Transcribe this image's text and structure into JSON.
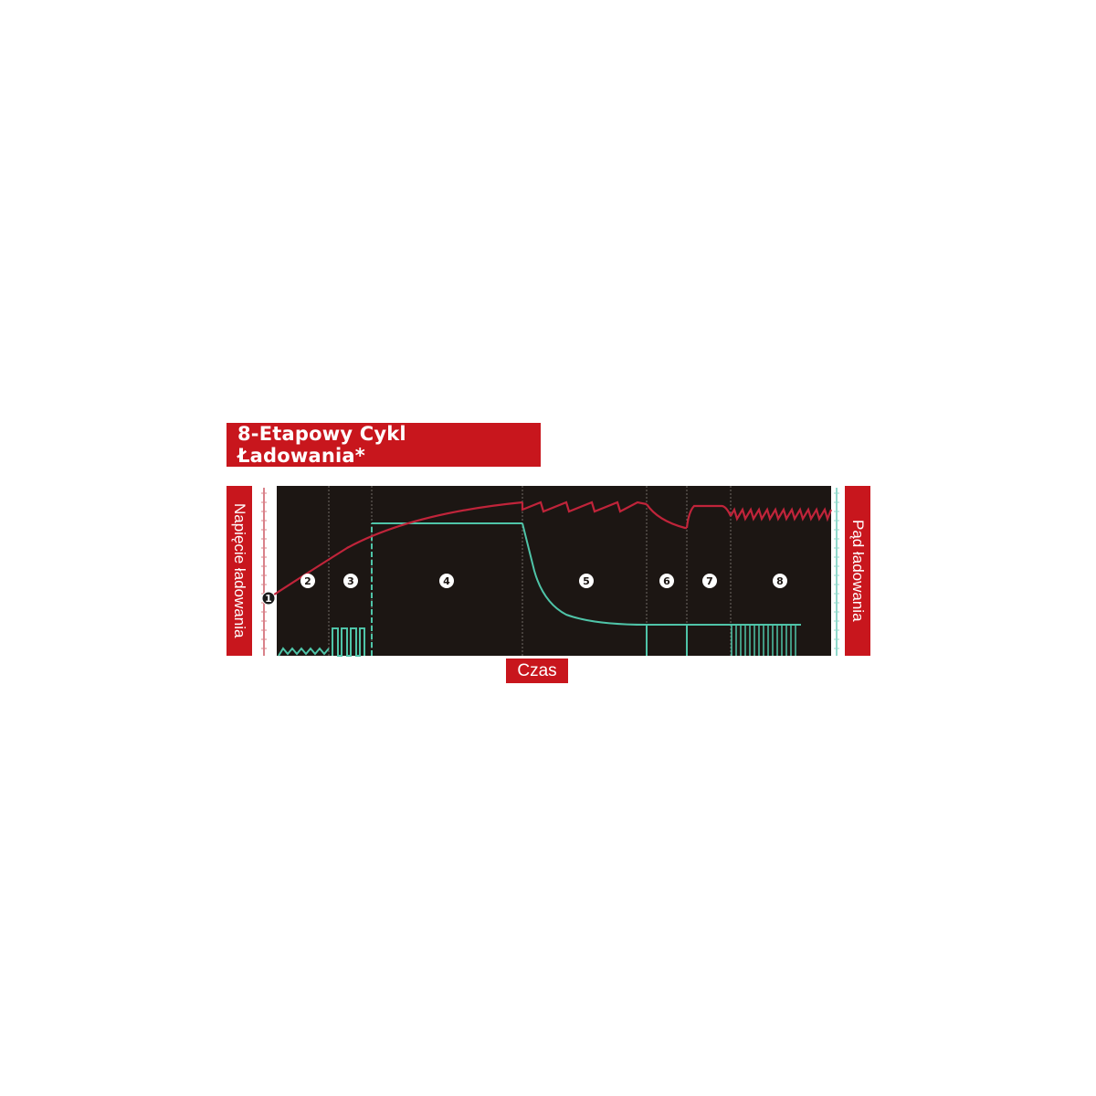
{
  "title": "8-Etapowy Cykl Ładowania*",
  "left_axis_label": "Napięcie ładowania",
  "right_axis_label": "Pąd ładowania",
  "x_axis_label": "Czas",
  "colors": {
    "label_bg": "#c8161d",
    "chart_bg": "#1c1613",
    "voltage_line": "#c0243a",
    "current_line": "#4fc4a8",
    "divider": "#6f6a66"
  },
  "chart_data": {
    "type": "line",
    "title": "8-Etapowy Cykl Ładowania*",
    "xlabel": "Czas",
    "ylabel_left": "Napięcie ładowania",
    "ylabel_right": "Pąd ładowania",
    "grid": false,
    "stages": [
      {
        "id": 1,
        "label": "1",
        "x_start": 0,
        "x_end": 0
      },
      {
        "id": 2,
        "label": "2",
        "x_start": 0,
        "x_end": 57
      },
      {
        "id": 3,
        "label": "3",
        "x_start": 57,
        "x_end": 104
      },
      {
        "id": 4,
        "label": "4",
        "x_start": 104,
        "x_end": 269
      },
      {
        "id": 5,
        "label": "5",
        "x_start": 269,
        "x_end": 405
      },
      {
        "id": 6,
        "label": "6",
        "x_start": 405,
        "x_end": 449
      },
      {
        "id": 7,
        "label": "7",
        "x_start": 449,
        "x_end": 497
      },
      {
        "id": 8,
        "label": "8",
        "x_start": 497,
        "x_end": 607
      }
    ],
    "series": [
      {
        "name": "Napięcie ładowania",
        "color": "#c0243a",
        "description": "rises from low start through stages 2-4, sawtooth in 5, dips in 6, plateau in 7, fine sawtooth in 8"
      },
      {
        "name": "Pąd ładowania",
        "color": "#4fc4a8",
        "description": "small zigzag in 2, pulses in 3, constant high in 4, exponential decay in 5, low constant in 6-7, dense pulses in 8"
      }
    ]
  }
}
